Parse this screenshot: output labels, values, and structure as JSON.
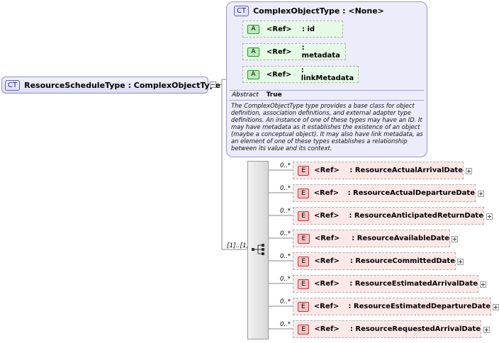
{
  "root": {
    "badge": "CT",
    "label": "ResourceScheduleType : ComplexObjectType"
  },
  "base_type": {
    "badge": "CT",
    "label": "ComplexObjectType : <None>",
    "attributes": [
      {
        "badge": "A",
        "ref": "<Ref>",
        "name": ": id"
      },
      {
        "badge": "A",
        "ref": "<Ref>",
        "name": ": metadata"
      },
      {
        "badge": "A",
        "ref": "<Ref>",
        "name": ": linkMetadata"
      }
    ],
    "abstract_label": "Abstract",
    "abstract_value": "True",
    "documentation": "The ComplexObjectType type provides a base class for object definition, association definitions, and external adapter type definitions. An instance of one of these types may have an ID. It may have metadata as it establishes the existence of an object (maybe a conceptual object). It may also have link metadata, as an element of one of these types establishes a relationship between its value and its context."
  },
  "sequence": {
    "occurrence": "[1]..[1]",
    "elements": [
      {
        "badge": "E",
        "ref": "<Ref>",
        "name": ": ResourceActualArrivalDate",
        "multiplicity": "0..*"
      },
      {
        "badge": "E",
        "ref": "<Ref>",
        "name": ": ResourceActualDepartureDate",
        "multiplicity": "0..*"
      },
      {
        "badge": "E",
        "ref": "<Ref>",
        "name": ": ResourceAnticipatedReturnDate",
        "multiplicity": "0..*"
      },
      {
        "badge": "E",
        "ref": "<Ref>",
        "name": ": ResourceAvailableDate",
        "multiplicity": "0..*"
      },
      {
        "badge": "E",
        "ref": "<Ref>",
        "name": ": ResourceCommittedDate",
        "multiplicity": "0..*"
      },
      {
        "badge": "E",
        "ref": "<Ref>",
        "name": ": ResourceEstimatedArrivalDate",
        "multiplicity": "0..*"
      },
      {
        "badge": "E",
        "ref": "<Ref>",
        "name": ": ResourceEstimatedDepartureDate",
        "multiplicity": "0..*"
      },
      {
        "badge": "E",
        "ref": "<Ref>",
        "name": ": ResourceRequestedArrivalDate",
        "multiplicity": "0..*"
      }
    ]
  },
  "colors": {
    "complex_type_fill": "#ececfb",
    "attribute_fill": "#e6fbe6",
    "element_fill": "#fde8e8",
    "connector": "#888888"
  }
}
